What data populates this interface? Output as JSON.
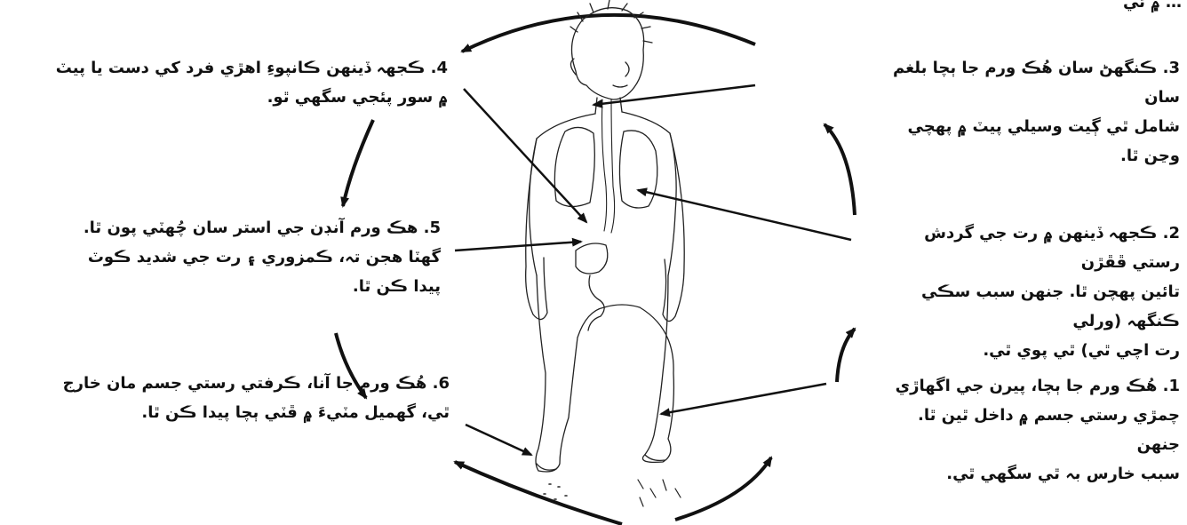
{
  "figure": {
    "top_note": "… ۾ ئي",
    "steps": [
      {
        "id": 1,
        "text": "1. هُڪ ورم جا ٻچا، پيرن جي اگهاڙي\nچمڙي رستي جسم ۾ داخل ٿين ٿا. جنهن\nسبب خارس بہ ٿي سگهي ٿي."
      },
      {
        "id": 2,
        "text": "2. ڪجهہ ڏينهن ۾ رت جي گردش رستي ڦڦڙن\nتائين پهچن ٿا. جنهن سبب سڪي ڪنگهہ (ورلي\nرت اچي ٿي) ٿي پوي ٿي."
      },
      {
        "id": 3,
        "text": "3. ڪنگهڻ سان هُڪ ورم جا ٻچا بلغم سان\nشامل ٿي ڳيت وسيلي پيٽ ۾ پهچي\nوڃن ٿا."
      },
      {
        "id": 4,
        "text": "4. ڪجهہ ڏينهن ڪانپوءِ اهڙي فرد کي دست يا پيٽ\n۾ سور پئجي سگهي ٿو."
      },
      {
        "id": 5,
        "text": "5. هڪ ورم آنڊن جي استر سان چُهٽي پون ٿا.\nگهٽا هجن تہ، ڪمزوري ۽ رت جي شديد ڪوٽ\nپيدا ڪن ٿا."
      },
      {
        "id": 6,
        "text": "6. هُڪ ورم جا آنا، ڪرفتي رستي جسم مان خارج\nٿي، گهميل مٽيءَ ۾ ڦٽي ٻچا پيدا ڪن ٿا."
      }
    ]
  },
  "colors": {
    "ink": "#111111",
    "background": "#ffffff"
  }
}
